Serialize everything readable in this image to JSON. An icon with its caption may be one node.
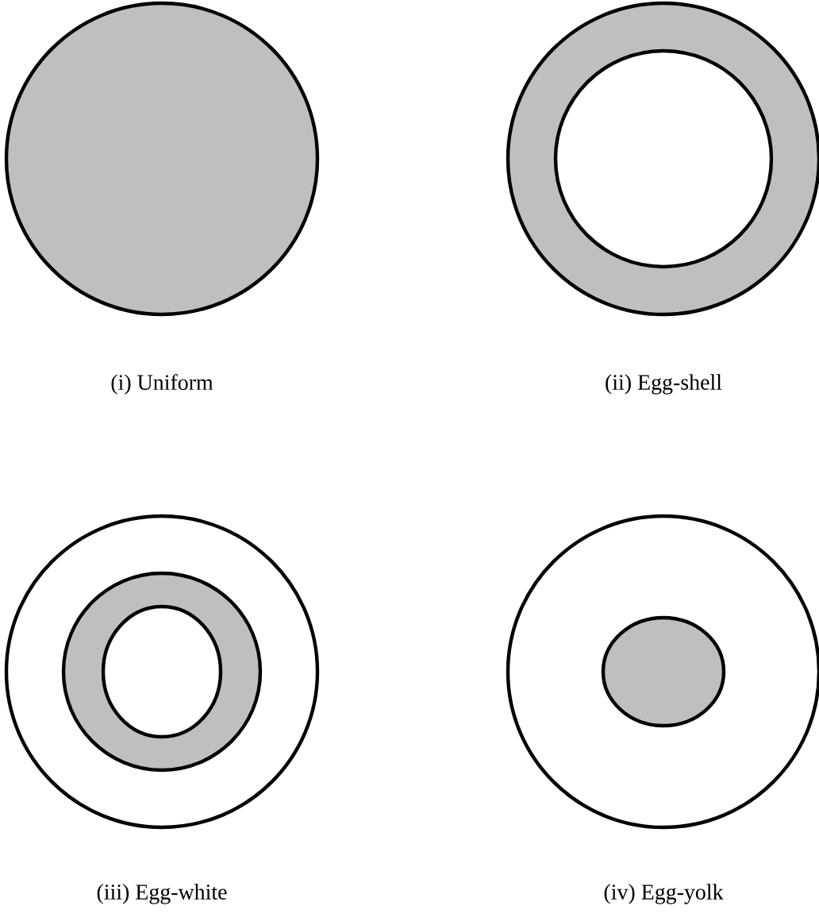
{
  "diagram": {
    "nodes": [
      {
        "text": [],
        "shape": "circle",
        "beside": [
          "(i) Uniform"
        ]
      },
      {
        "text": [],
        "shape": "circle",
        "beside": [
          "(ii) Egg-shell"
        ]
      },
      {
        "text": [],
        "shape": "circle",
        "beside": [
          "(iii) Egg-white"
        ]
      },
      {
        "text": [],
        "shape": "circle",
        "beside": [
          "(iv) Egg-yolk"
        ]
      }
    ]
  }
}
